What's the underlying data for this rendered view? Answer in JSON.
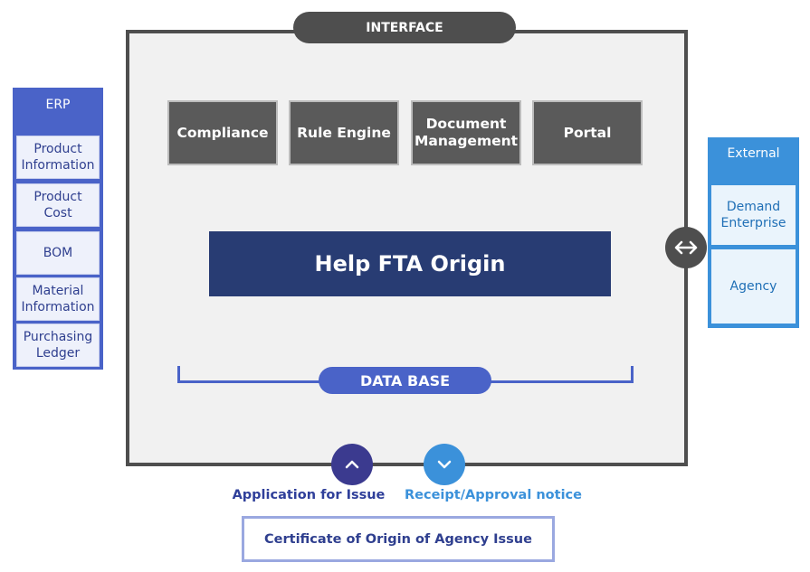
{
  "interface": {
    "label": "INTERFACE"
  },
  "erp": {
    "title": "ERP",
    "items": [
      {
        "line1": "Product",
        "line2": "Information"
      },
      {
        "line1": "Product",
        "line2": "Cost"
      },
      {
        "line1": "BOM",
        "line2": ""
      },
      {
        "line1": "Material",
        "line2": "Information"
      },
      {
        "line1": "Purchasing",
        "line2": "Ledger"
      }
    ]
  },
  "modules": [
    {
      "line1": "Compliance",
      "line2": ""
    },
    {
      "line1": "Rule Engine",
      "line2": ""
    },
    {
      "line1": "Document",
      "line2": "Management"
    },
    {
      "line1": "Portal",
      "line2": ""
    }
  ],
  "core": {
    "label": "Help FTA Origin"
  },
  "database": {
    "label": "DATA BASE"
  },
  "external": {
    "title": "External",
    "items": [
      {
        "line1": "Demand",
        "line2": "Enterprise"
      },
      {
        "line1": "Agency",
        "line2": ""
      }
    ]
  },
  "flow": {
    "apply_label": "Application for Issue",
    "receipt_label": "Receipt/Approval notice",
    "up_icon": "chevron-up-icon",
    "down_icon": "chevron-down-icon"
  },
  "certificate": {
    "label": "Certificate of Origin of Agency Issue"
  },
  "colors": {
    "erp_blue": "#4a63c8",
    "frame_dark": "#4e4e4e",
    "core_navy": "#283c73",
    "external_blue": "#3b91da",
    "apply_navy": "#3b3a8f"
  }
}
